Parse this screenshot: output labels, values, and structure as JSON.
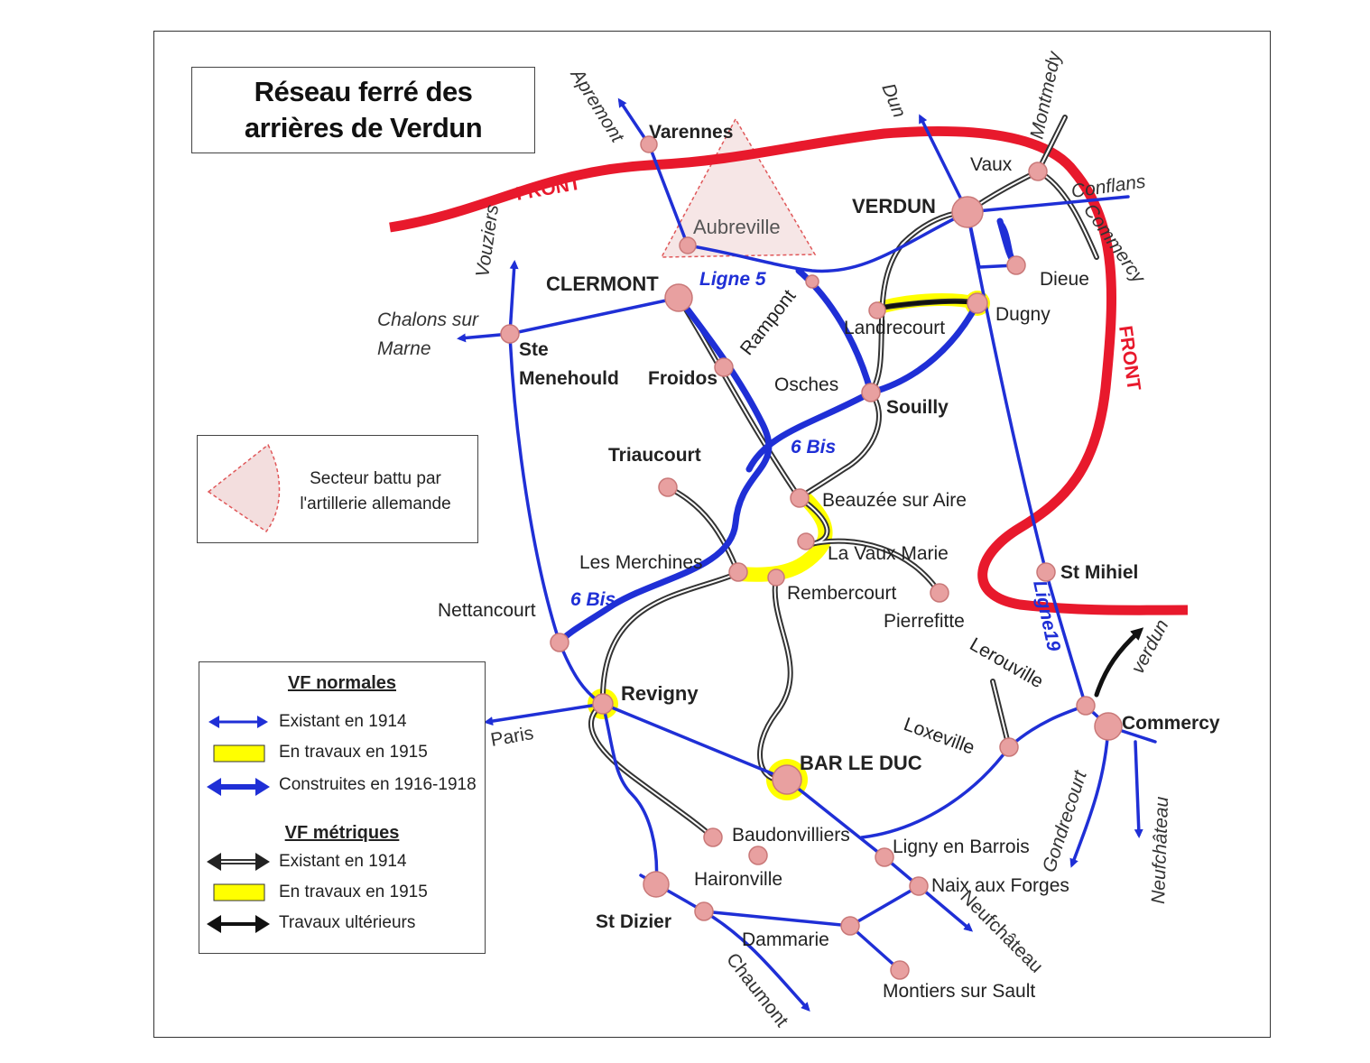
{
  "title": {
    "line1": "Réseau ferré des",
    "line2": "arrières de Verdun"
  },
  "front_labels": [
    "FRONT",
    "FRONT"
  ],
  "stations": {
    "varennes": "Varennes",
    "aubreville": "Aubreville",
    "clermont": "CLERMONT",
    "ste_menehould_1": "Ste",
    "ste_menehould_2": "Menehould",
    "froidos": "Froidos",
    "rampont": "Rampont",
    "osches": "Osches",
    "souilly": "Souilly",
    "landrecourt": "Landrecourt",
    "dugny": "Dugny",
    "dieue": "Dieue",
    "verdun": "VERDUN",
    "vaux": "Vaux",
    "triaucourt": "Triaucourt",
    "beauzee": "Beauzée sur Aire",
    "la_vaux_marie": "La Vaux Marie",
    "les_merchines": "Les Merchines",
    "rembercourt": "Rembercourt",
    "pierrefitte": "Pierrefitte",
    "nettancourt": "Nettancourt",
    "revigny": "Revigny",
    "bar_le_duc": "BAR LE DUC",
    "st_mihiel": "St Mihiel",
    "lerouville": "Lerouville",
    "loxeville": "Loxeville",
    "commercy": "Commercy",
    "baudonvilliers": "Baudonvilliers",
    "haironville": "Haironville",
    "ligny": "Ligny en Barrois",
    "naix": "Naix aux Forges",
    "st_dizier": "St Dizier",
    "dammarie": "Dammarie",
    "montiers": "Montiers sur Sault"
  },
  "directions": {
    "apremont": "Apremont",
    "dun": "Dun",
    "montmedy": "Montmedy",
    "conflans": "Conflans",
    "commercy": "Commercy",
    "vouziers": "Vouziers",
    "chalons_1": "Chalons sur",
    "chalons_2": "Marne",
    "paris": "Paris",
    "verdun": "verdun",
    "gondrecourt": "Gondrecourt",
    "neufchateau_right": "Neufchâteau",
    "neufchateau_lower": "Neufchâteau",
    "chaumont": "Chaumont"
  },
  "line_labels": {
    "ligne5": "Ligne 5",
    "bis_upper": "6 Bis",
    "bis_lower": "6 Bis",
    "ligne19": "Ligne19"
  },
  "legend_sector": {
    "text_1": "Secteur battu par",
    "text_2": "l'artillerie allemande"
  },
  "legend": {
    "normal_title": "VF normales",
    "normal_existing": "Existant en 1914",
    "normal_works": "En travaux en 1915",
    "normal_built": "Construites en 1916-1918",
    "metric_title": "VF métriques",
    "metric_existing": "Existant en 1914",
    "metric_works": "En travaux en 1915",
    "metric_later": "Travaux ultérieurs"
  },
  "colors": {
    "front": "#e8192c",
    "normal_gauge": "#1f2fd6",
    "works_1915": "#ffff00",
    "station_fill": "#e8a0a0",
    "station_stroke": "#c97878",
    "sector_fill": "#f3dede",
    "sector_stroke": "#e0585a",
    "metric": "#333333"
  }
}
